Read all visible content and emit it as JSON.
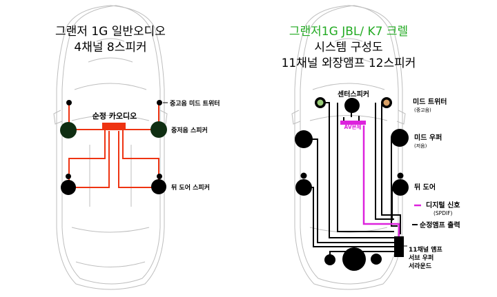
{
  "left": {
    "title_line1": "그랜저 1G 일반오디오",
    "title_line2": "4채널 8스피커",
    "head_unit_label": "순정 카오디오",
    "labels": {
      "mid_tweeter": "중고음 미드 트위터",
      "mid_woofer": "중저음 스피커",
      "rear_door": "뒤 도어 스피커"
    }
  },
  "right": {
    "title_line1": "그랜저1G JBL/ K7 크렐",
    "title_line2": "시스템 구성도",
    "title_line3": "11채널 외장앰프 12스피커",
    "center_label": "센터스피커",
    "av_label": "AV본체",
    "mid_tweeter": "미드 트위터",
    "mid_tweeter_sub": "(중고음)",
    "mid_woofer": "미드 우퍼",
    "mid_woofer_sub": "(저음)",
    "rear_door": "뒤 도어",
    "legend_digital": "디지털 신호",
    "legend_digital_sub": "(SPDIF)",
    "legend_amp_out": "순정앰프 출력",
    "amp_label": "11채널 앰프",
    "sub_label": "서브 우퍼",
    "surround_label": "서라운드"
  },
  "colors": {
    "title_green": "#22aa22",
    "wire_red": "#ee3311",
    "digital_magenta": "#dd22dd",
    "tweeter_green": "#99cc77",
    "tweeter_tan": "#d9a066",
    "mid_dark_green": "#0f2e12",
    "black": "#000000",
    "car_outline": "#bbbbbb"
  }
}
